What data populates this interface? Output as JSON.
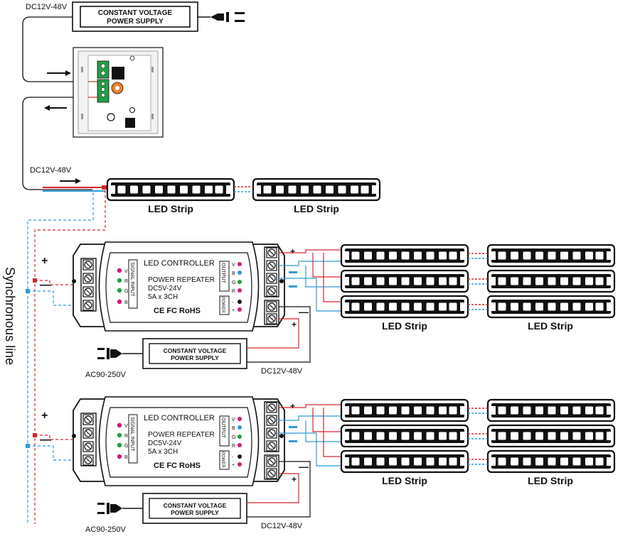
{
  "colors": {
    "red": "#d8262c",
    "blue": "#2f9bd6",
    "green": "#22a045",
    "magenta": "#d4187a",
    "black": "#111111",
    "orange": "#e8842a"
  },
  "top_section": {
    "supply_voltage": "DC12V-48V",
    "psu_line1": "CONSTANT VOLTAGE",
    "psu_line2": "POWER SUPPLY",
    "strip_voltage": "DC12V-48V",
    "strips": [
      "LED Strip",
      "LED Strip"
    ]
  },
  "sync_label": "Synchronous line",
  "repeaters": [
    {
      "title": "LED CONTROLLER",
      "line1": "POWER REPEATER",
      "line2": "DC5V-24V",
      "line3": "5A x 3CH",
      "marks": "CE FC RoHS",
      "input_label": "SIGNAL INPUT",
      "output_label": "OUTPUT",
      "power_label": "POWER",
      "input_pins": [
        "V",
        "R",
        "G",
        "B"
      ],
      "output_pins": [
        "V",
        "B",
        "G",
        "R"
      ],
      "power_pins": [
        "-",
        "+"
      ],
      "plus": "+",
      "minus": "—",
      "psu_line1": "CONSTANT VOLTAGE",
      "psu_line2": "POWER SUPPLY",
      "ac_label": "AC90-250V",
      "dc_label": "DC12V-48V",
      "strips": [
        "LED Strip",
        "LED Strip"
      ]
    },
    {
      "title": "LED CONTROLLER",
      "line1": "POWER REPEATER",
      "line2": "DC5V-24V",
      "line3": "5A x 3CH",
      "marks": "CE FC RoHS",
      "input_label": "SIGNAL INPUT",
      "output_label": "OUTPUT",
      "power_label": "POWER",
      "input_pins": [
        "V",
        "R",
        "G",
        "B"
      ],
      "output_pins": [
        "V",
        "B",
        "G",
        "R"
      ],
      "power_pins": [
        "-",
        "+"
      ],
      "plus": "+",
      "minus": "—",
      "psu_line1": "CONSTANT VOLTAGE",
      "psu_line2": "POWER SUPPLY",
      "ac_label": "AC90-250V",
      "dc_label": "DC12V-48V",
      "strips": [
        "LED Strip",
        "LED Strip"
      ]
    }
  ]
}
